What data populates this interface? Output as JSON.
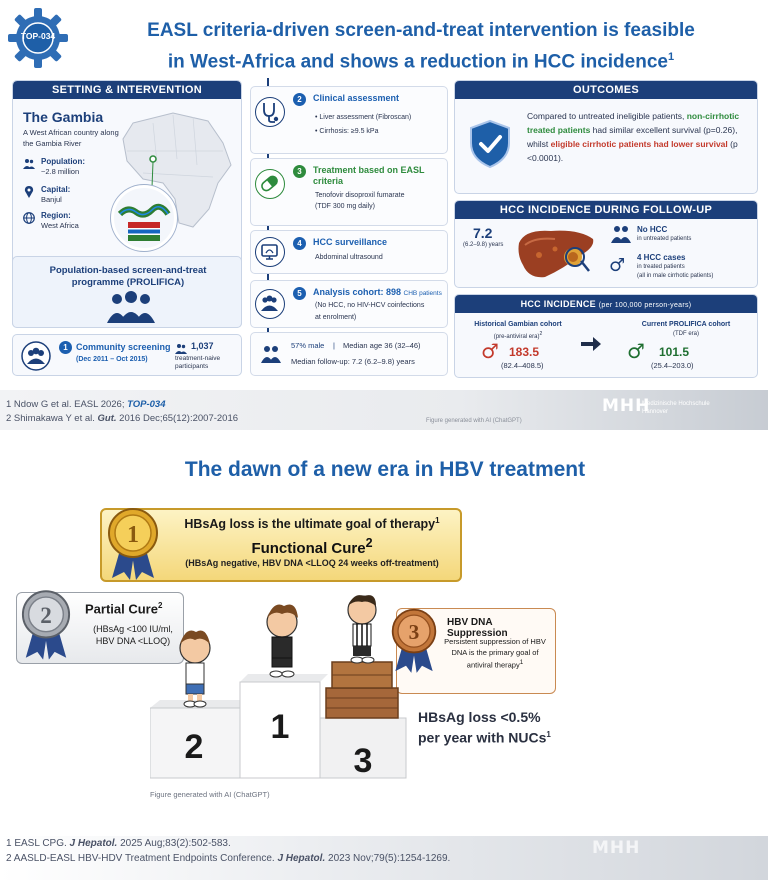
{
  "slide1": {
    "badge": "TOP-034",
    "title_line1": "EASL criteria-driven screen-and-treat intervention is feasible",
    "title_line2": "in West-Africa and shows a reduction in HCC incidence",
    "title_sup": "1",
    "setting": {
      "header": "SETTING & INTERVENTION",
      "country": "The Gambia",
      "description": "A West African country along the Gambia River",
      "population_label": "Population:",
      "population_value": "~2.8 million",
      "capital_label": "Capital:",
      "capital_value": "Banjul",
      "region_label": "Region:",
      "region_value": "West Africa",
      "programme": "Population-based screen-and-treat programme (PROLIFICA)"
    },
    "community": {
      "number": "1",
      "title": "Community screening",
      "dates": "(Dec 2011 – Oct 2015)",
      "count": "1,037",
      "count_label": "treatment-naive participants"
    },
    "steps": [
      {
        "number": "2",
        "title": "Clinical assessment",
        "details": [
          "• Liver assessment (Fibroscan)",
          "• Cirrhosis: ≥9.5 kPa"
        ]
      },
      {
        "number": "3",
        "title": "Treatment based on EASL criteria",
        "details": [
          "Tenofovir disoproxil fumarate",
          "(TDF 300 mg daily)"
        ]
      },
      {
        "number": "4",
        "title": "HCC surveillance",
        "details": [
          "Abdominal ultrasound"
        ]
      },
      {
        "number": "5",
        "title": "Analysis cohort: 898",
        "title_suffix": "CHB patients",
        "details": [
          "(No HCC, no HIV-HCV coinfections",
          "at enrolment)"
        ]
      }
    ],
    "cohort_stats": {
      "male": "57% male",
      "median_age": "Median age 36 (32–46)",
      "follow_up": "Median follow-up: 7.2 (6.2–9.8) years"
    },
    "outcomes": {
      "header": "OUTCOMES",
      "text1": "Compared to untreated ineligible patients,",
      "text2": "non-cirrhotic treated patients",
      "text3": " had similar excellent survival (p=0.26), whilst ",
      "text4": "eligible cirrhotic patients had lower survival",
      "text5": "(p <0.0001)."
    },
    "incidence_follow": {
      "header": "HCC INCIDENCE DURING FOLLOW-UP",
      "years": "7.2",
      "years_range": "(6.2–9.8) years",
      "no_hcc": "No HCC",
      "no_hcc_sub": "in untreated patients",
      "cases": "4 HCC cases",
      "cases_sub1": "in treated patients",
      "cases_sub2": "(all in male cirrhotic patients)"
    },
    "incidence_rate": {
      "header": "HCC INCIDENCE",
      "header_unit": "(per 100,000 person-years)",
      "hist_label": "Historical Gambian cohort",
      "hist_sub": "(pre-antiviral era)",
      "hist_sup": "2",
      "hist_value": "183.5",
      "hist_range": "(82.4–408.5)",
      "current_label": "Current PROLIFICA cohort",
      "current_sub": "(TDF era)",
      "current_value": "101.5",
      "current_range": "(25.4–203.0)"
    },
    "refs": {
      "r1_prefix": "1 Ndow G et al. EASL 2026; ",
      "r1_em": "TOP-034",
      "r2_prefix": "2 Shimakawa Y et al. ",
      "r2_em": "Gut.",
      "r2_suffix": " 2016 Dec;65(12):2007-2016"
    },
    "figure_note": "Figure generated with AI (ChatGPT)",
    "logo": "MHH",
    "logo_text1": "Medizinische Hochschule",
    "logo_text2": "Hannover"
  },
  "slide2": {
    "title": "The dawn of a new era in HBV treatment",
    "banner_line1": "HBsAg loss is the ultimate goal of therapy",
    "banner_sup1": "1",
    "banner_line2": "Functional Cure",
    "banner_sup2": "2",
    "banner_line3": "(HBsAg negative, HBV DNA <LLOQ 24 weeks off-treatment)",
    "medal1": "1",
    "medal2": "2",
    "medal3": "3",
    "partial_title": "Partial Cure",
    "partial_sup": "2",
    "partial_sub1": "(HBsAg <100 IU/ml,",
    "partial_sub2": "HBV DNA <LLOQ)",
    "hbvdna_title": "HBV DNA Suppression",
    "hbvdna_text": "Persistent suppression of HBV DNA is the primary goal of antiviral therapy",
    "hbvdna_sup": "1",
    "podium_1": "1",
    "podium_2": "2",
    "podium_3": "3",
    "loss_line1": "HBsAg loss <0.5%",
    "loss_line2": "per year with NUCs",
    "loss_sup": "1",
    "figure_note": "Figure generated with AI (ChatGPT)",
    "refs": {
      "r1_prefix": "1 EASL CPG. ",
      "r1_em": "J Hepatol.",
      "r1_suffix": " 2025 Aug;83(2):502-583.",
      "r2_prefix": "2 AASLD-EASL HBV-HDV Treatment Endpoints Conference. ",
      "r2_em": "J Hepatol.",
      "r2_suffix": " 2023 Nov;79(5):1254-1269."
    },
    "logo": "MHH"
  },
  "colors": {
    "title_blue": "#1e5fa8",
    "navy": "#1c3f7a",
    "green": "#2e8b3d",
    "red": "#c33a2c",
    "gold": "#c79a2a"
  }
}
